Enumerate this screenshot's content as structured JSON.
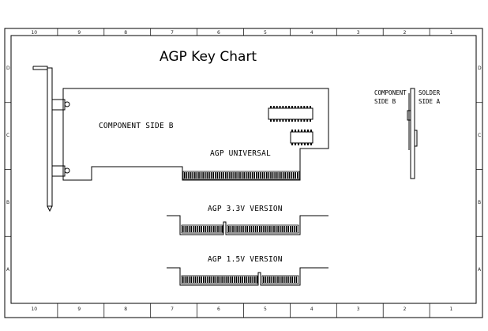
{
  "title": "AGP Key Chart",
  "labels": {
    "component_side_b": "COMPONENT SIDE B",
    "agp_universal": "AGP UNIVERSAL",
    "agp_33v": "AGP 3.3V VERSION",
    "agp_15v": "AGP 1.5V VERSION",
    "side_component": "COMPONENT\nSIDE B",
    "side_solder": "SOLDER\nSIDE A"
  },
  "frame": {
    "columns": [
      "10",
      "9",
      "8",
      "7",
      "6",
      "5",
      "4",
      "3",
      "2",
      "1"
    ],
    "rows": [
      "D",
      "C",
      "B",
      "A"
    ]
  }
}
